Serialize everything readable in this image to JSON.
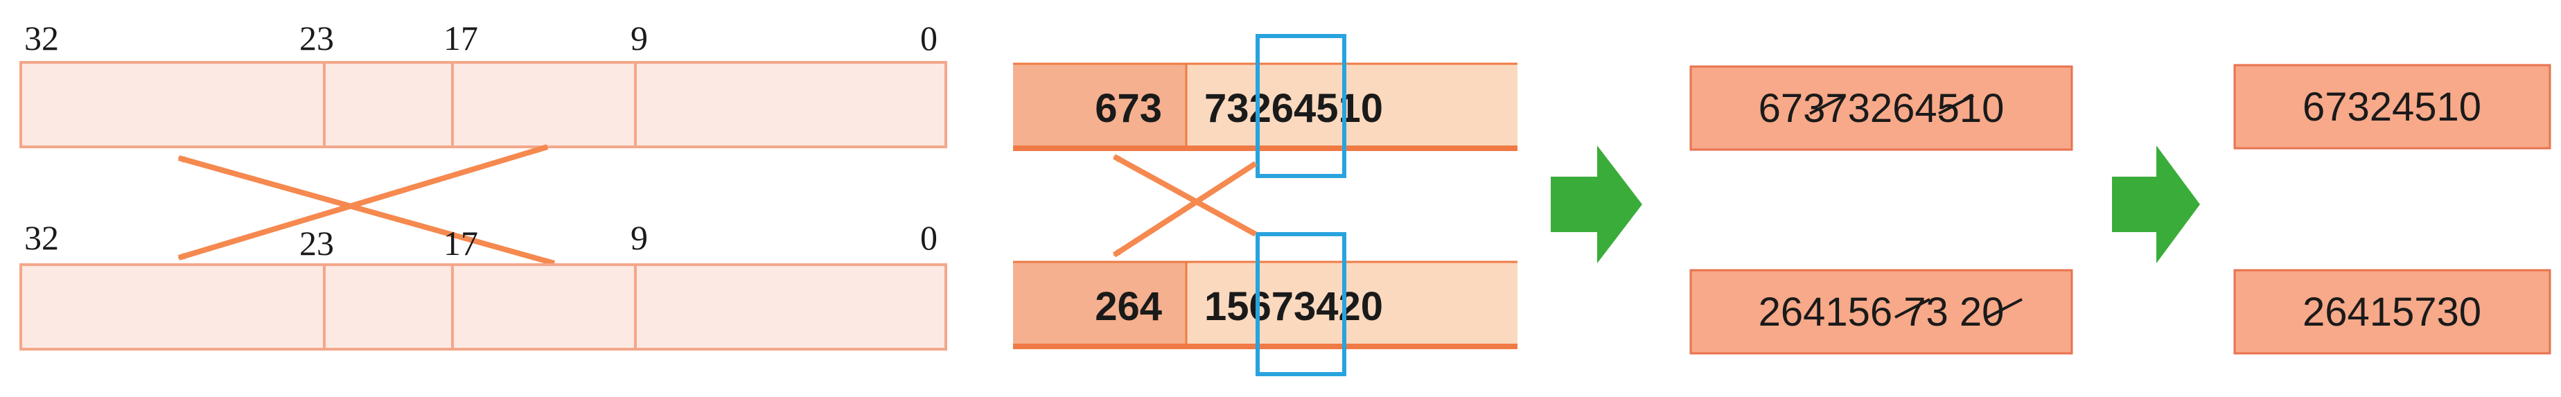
{
  "colors": {
    "light_fill": "#fce9e3",
    "light_stroke": "#f4a78a",
    "dark_fill": "#f5b08f",
    "mid_fill": "#fbd9bf",
    "dark_stroke": "#f07a45",
    "arrow_orange": "#f5894f",
    "highlight_blue": "#29a3de",
    "green_arrow": "#3aac3a",
    "result_fill": "#f7a989",
    "result_stroke": "#e8734f",
    "text": "#1a1a1a"
  },
  "bit_labels_top": [
    "32",
    "23",
    "17",
    "9",
    "0"
  ],
  "bit_labels_bottom": [
    "32",
    "23",
    "17",
    "9",
    "0"
  ],
  "chromosome_a": {
    "head": "673",
    "tail": "73264510"
  },
  "chromosome_b": {
    "head": "264",
    "tail": "15673420"
  },
  "intermediate_a": {
    "text": "67373264510"
  },
  "intermediate_b": {
    "text": "264156 73 20"
  },
  "result_a": {
    "text": "67324510"
  },
  "result_b": {
    "text": "26415730"
  },
  "icons": {
    "transition": "right-arrow-icon"
  }
}
